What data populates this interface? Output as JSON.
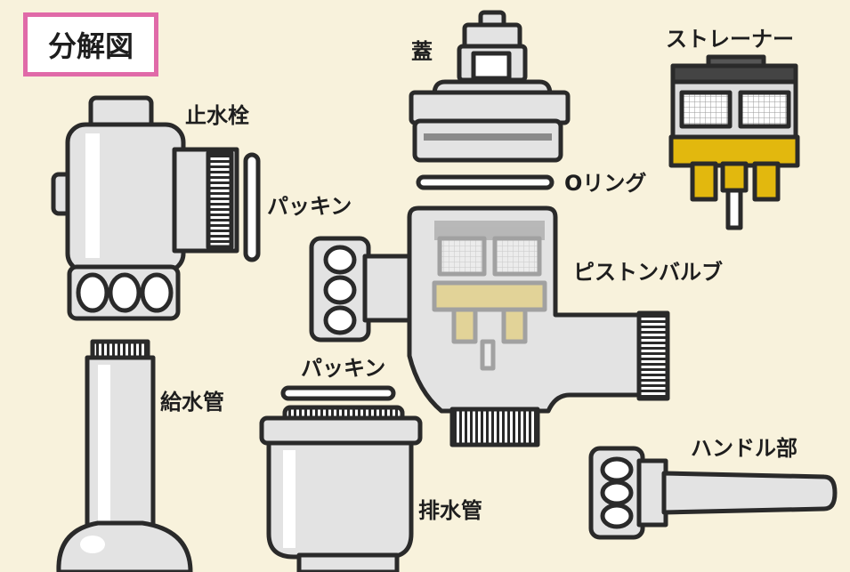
{
  "title": "分解図",
  "labels": {
    "shutoff_valve": "止水栓",
    "packing_top": "パッキン",
    "supply_pipe": "給水管",
    "lid": "蓋",
    "o_ring": "Oリング",
    "strainer": "ストレーナー",
    "piston_valve": "ピストンバルブ",
    "packing_bottom": "パッキン",
    "drain_pipe": "排水管",
    "handle": "ハンドル部"
  },
  "colors": {
    "background": "#f8f2dc",
    "title_border": "#e06aa8",
    "metal": "#e3e3e3",
    "outline": "#2a2a2a",
    "strainer_yellow": "#e2b80e",
    "mesh_gray": "#6b6b6b"
  }
}
